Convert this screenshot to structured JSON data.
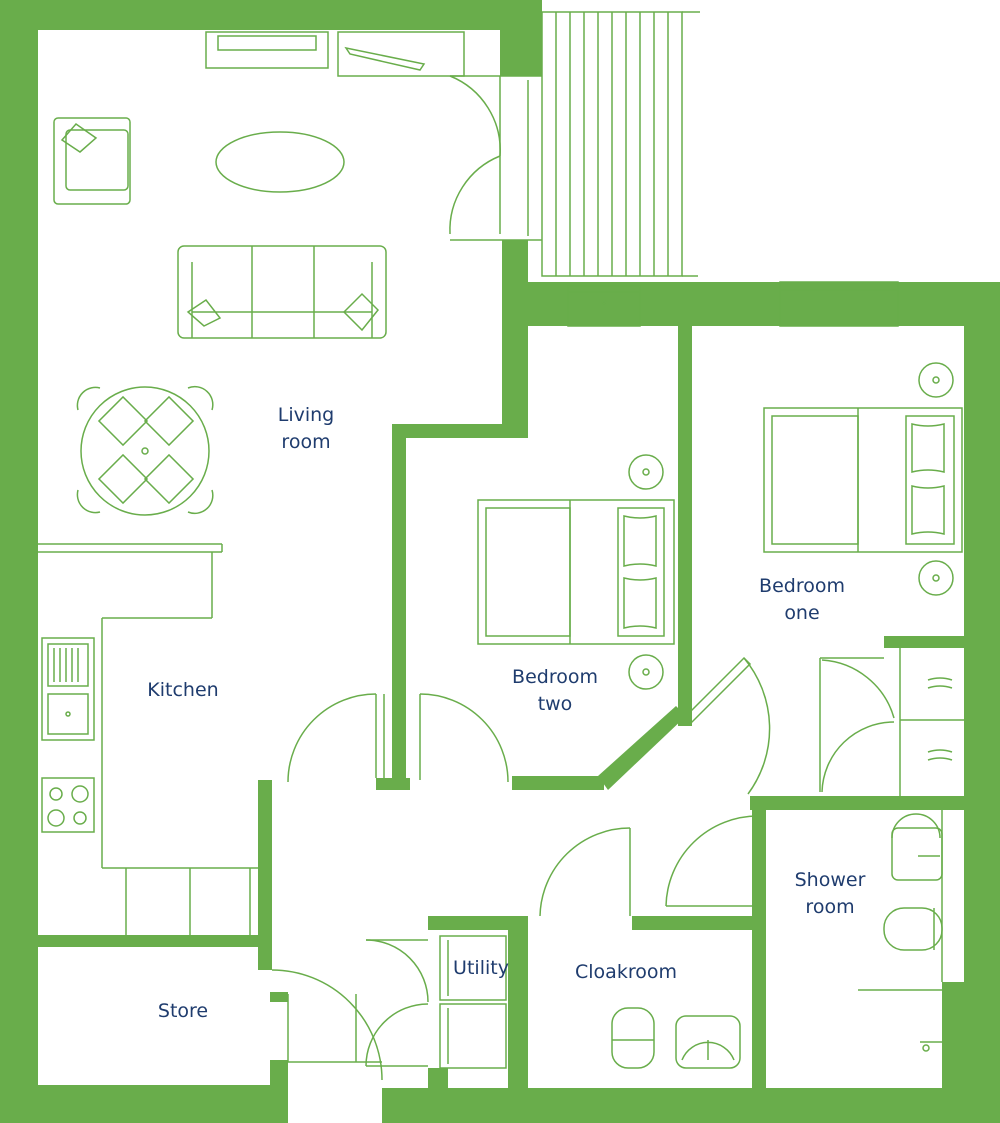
{
  "colors": {
    "wall": "#69ad4b",
    "line": "#69ad4b",
    "label": "#1f3c6e",
    "background": "#ffffff"
  },
  "rooms": {
    "living_room": "Living\nroom",
    "kitchen": "Kitchen",
    "bedroom_two": "Bedroom\ntwo",
    "bedroom_one": "Bedroom\none",
    "shower_room": "Shower\nroom",
    "utility": "Utility",
    "cloakroom": "Cloakroom",
    "store": "Store"
  }
}
